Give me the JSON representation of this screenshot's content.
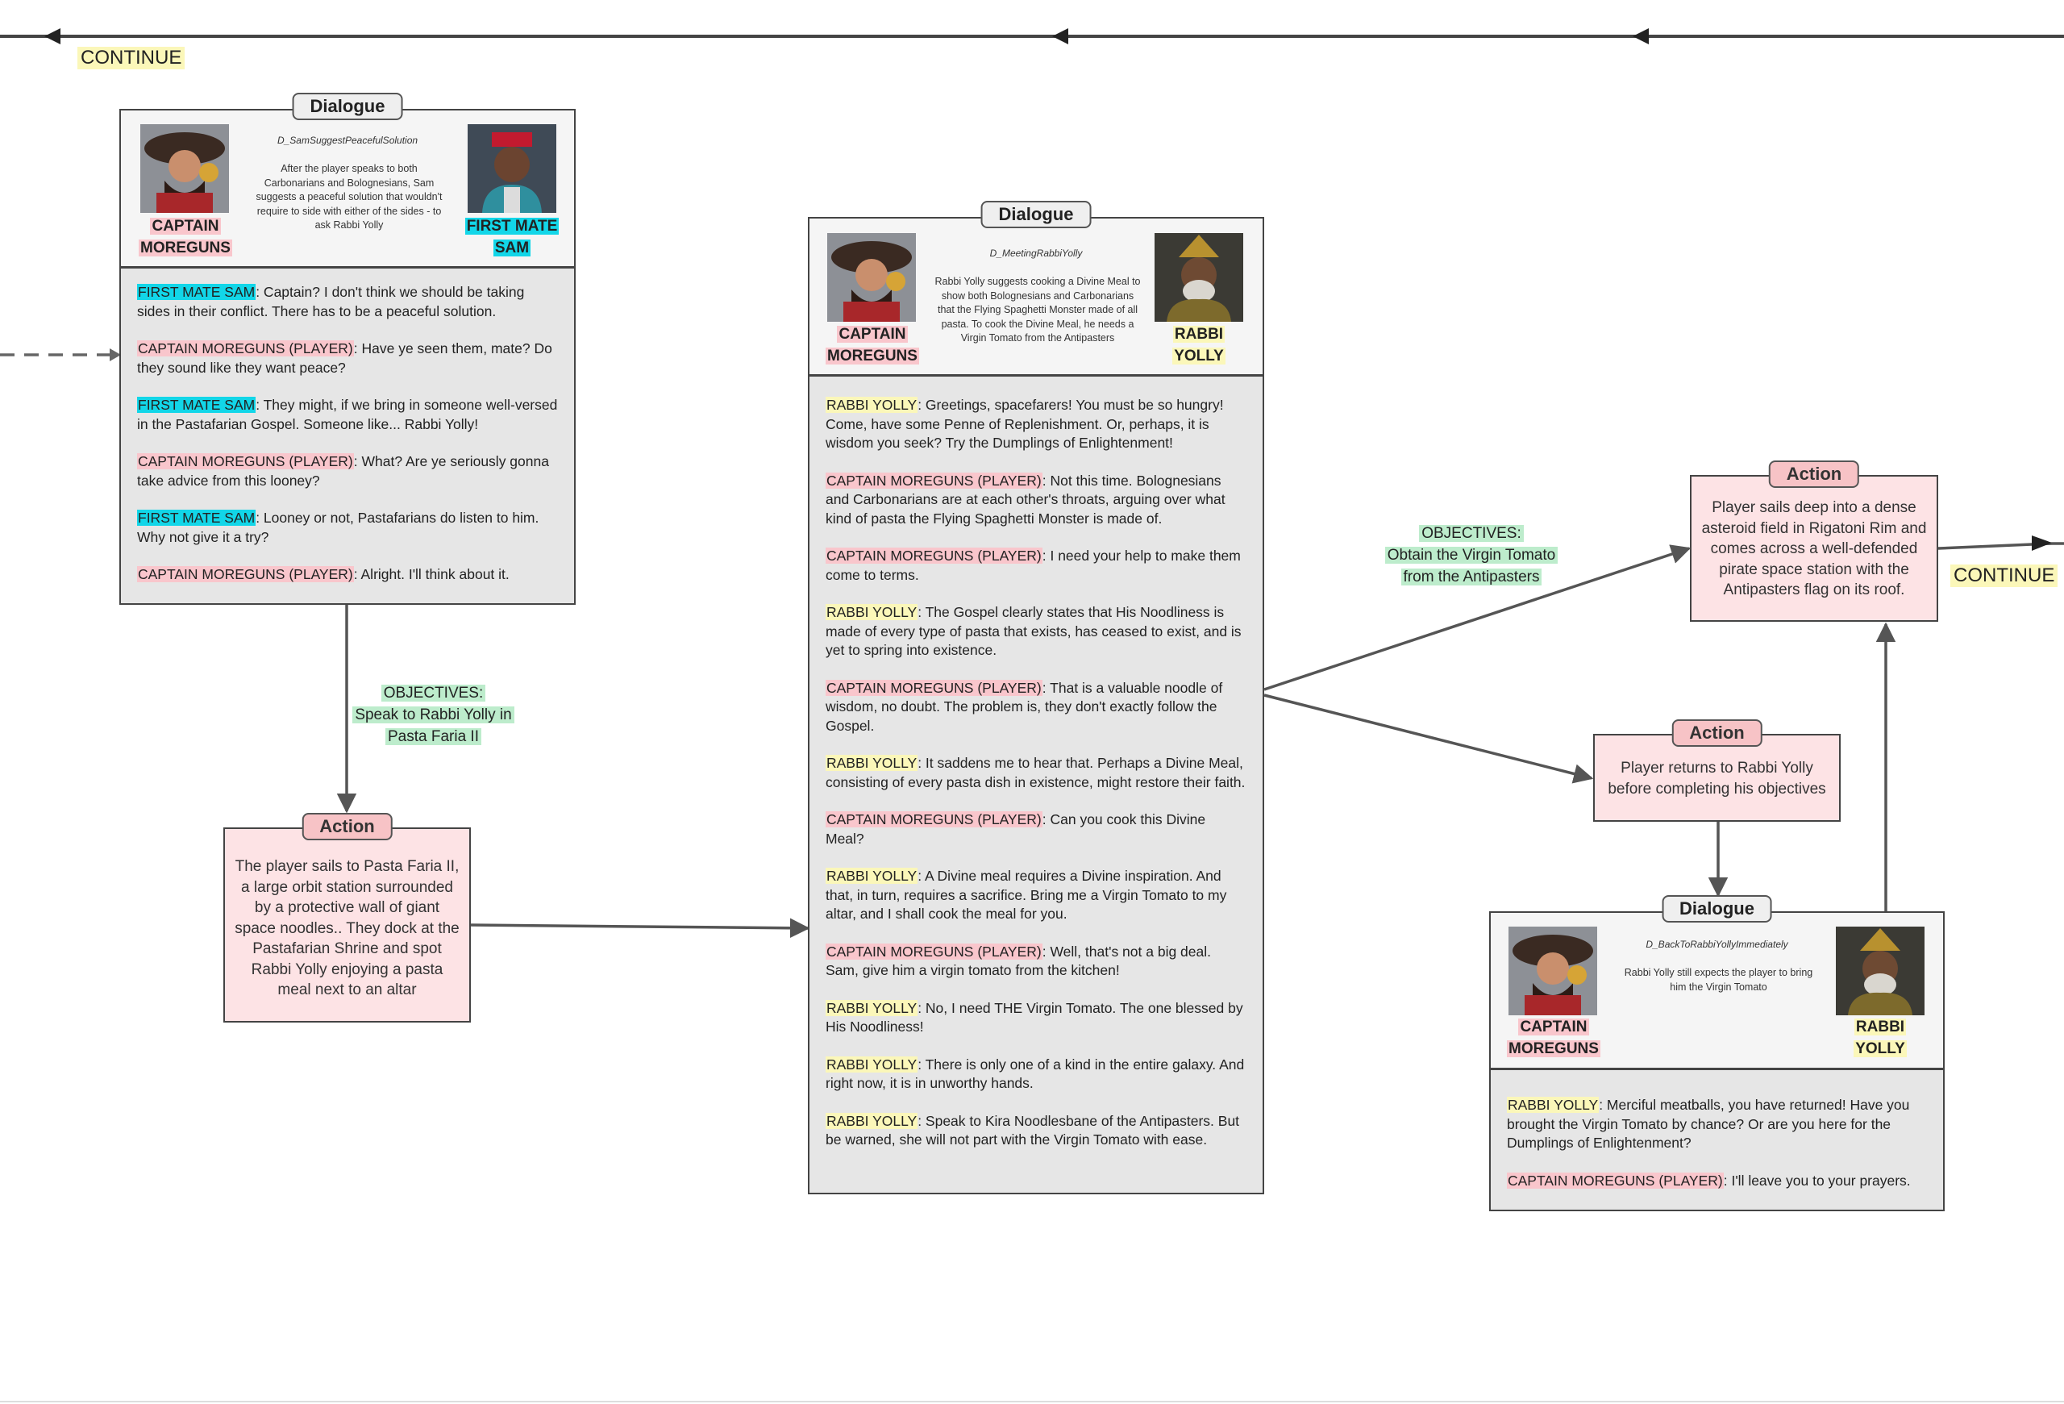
{
  "colors": {
    "player_highlight": "#f9c6cc",
    "sam_highlight": "#12d6e8",
    "rabbi_highlight": "#fbf7b9",
    "objective_highlight": "#bdeccc",
    "continue_highlight": "#fbf7b9",
    "action_fill": "#fde3e5",
    "action_title_fill": "#f7c3c6",
    "dialogue_fill": "#e6e6e6"
  },
  "continue_label": "CONTINUE",
  "dialogue_sam": {
    "title": "Dialogue",
    "id": "D_SamSuggestPeacefulSolution",
    "description": "After the player speaks to both Carbonarians and Bolognesians, Sam suggests a peaceful solution that wouldn't require to side with either of the sides - to ask Rabbi Yolly",
    "left_name_1": "CAPTAIN",
    "left_name_2": "MOREGUNS",
    "right_name_1": "FIRST MATE",
    "right_name_2": "SAM",
    "lines": [
      {
        "speaker": "FIRST MATE SAM",
        "text": ": Captain? I don't think we should be taking sides in their conflict. There has to be a peaceful solution."
      },
      {
        "speaker": "CAPTAIN MOREGUNS (PLAYER)",
        "text": ": Have ye seen them, mate? Do they sound like they want peace?"
      },
      {
        "speaker": "FIRST MATE SAM",
        "text": ": They might, if we bring in someone well-versed in the Pastafarian Gospel. Someone like... Rabbi Yolly!"
      },
      {
        "speaker": "CAPTAIN MOREGUNS (PLAYER)",
        "text": ": What? Are ye seriously gonna take advice from this looney?"
      },
      {
        "speaker": "FIRST MATE SAM",
        "text": ": Looney or not, Pastafarians do listen to him. Why not give it a try?"
      },
      {
        "speaker": "CAPTAIN MOREGUNS (PLAYER)",
        "text": ": Alright. I'll think about it."
      }
    ]
  },
  "objective_1": {
    "line1": "OBJECTIVES:",
    "line2": "Speak to Rabbi Yolly in",
    "line3": "Pasta Faria II"
  },
  "action_1": {
    "title": "Action",
    "text": "The player sails to Pasta Faria II, a large orbit station surrounded by a protective wall of giant space noodles.. They dock at the Pastafarian Shrine and spot Rabbi Yolly enjoying a pasta meal next to an altar"
  },
  "dialogue_rabbi": {
    "title": "Dialogue",
    "id": "D_MeetingRabbiYolly",
    "description": "Rabbi Yolly suggests cooking a Divine Meal to show both Bolognesians and Carbonarians that the Flying Spaghetti Monster made of all pasta. To cook the Divine Meal, he needs a Virgin Tomato from the Antipasters",
    "left_name_1": "CAPTAIN",
    "left_name_2": "MOREGUNS",
    "right_name_1": "RABBI",
    "right_name_2": "YOLLY",
    "lines": [
      {
        "speaker": "RABBI YOLLY",
        "text": ": Greetings, spacefarers! You must be so hungry! Come, have some Penne of Replenishment. Or, perhaps, it is wisdom you seek? Try the Dumplings of Enlightenment!"
      },
      {
        "speaker": "CAPTAIN MOREGUNS (PLAYER)",
        "text": ": Not this time. Bolognesians and Carbonarians are at each other's throats, arguing over what kind of pasta the Flying Spaghetti Monster is made of."
      },
      {
        "speaker": "CAPTAIN MOREGUNS (PLAYER)",
        "text": ": I need your help to make them come to terms."
      },
      {
        "speaker": "RABBI YOLLY",
        "text": ": The Gospel clearly states that His Noodliness is made of every type of pasta that exists, has ceased to exist, and is yet to spring into existence."
      },
      {
        "speaker": "CAPTAIN MOREGUNS (PLAYER)",
        "text": ": That is a valuable noodle of wisdom, no doubt. The problem is, they don't exactly follow the Gospel."
      },
      {
        "speaker": "RABBI YOLLY",
        "text": ": It saddens me to hear that. Perhaps a Divine Meal, consisting of every pasta dish in existence, might restore their faith."
      },
      {
        "speaker": "CAPTAIN MOREGUNS (PLAYER)",
        "text": ": Can you cook this Divine Meal?"
      },
      {
        "speaker": "RABBI YOLLY",
        "text": ": A Divine meal requires a Divine inspiration. And that, in turn, requires a sacrifice. Bring me a Virgin Tomato to my altar, and I shall cook the meal for you."
      },
      {
        "speaker": "CAPTAIN MOREGUNS (PLAYER)",
        "text": ": Well, that's not a big deal. Sam, give him a virgin tomato from the kitchen!"
      },
      {
        "speaker": "RABBI YOLLY",
        "text": ": No, I need THE Virgin Tomato. The one blessed by His Noodliness!"
      },
      {
        "speaker": "RABBI YOLLY",
        "text": ": There is only one of a kind in the entire galaxy. And right now, it is in unworthy hands."
      },
      {
        "speaker": "RABBI YOLLY",
        "text": ": Speak to Kira Noodlesbane of the Antipasters. But be warned, she will not part with the Virgin Tomato with ease."
      }
    ]
  },
  "objective_2": {
    "line1": "OBJECTIVES:",
    "line2": "Obtain the Virgin Tomato",
    "line3": "from the Antipasters"
  },
  "action_2": {
    "title": "Action",
    "text": "Player sails deep into a dense asteroid field in Rigatoni Rim and comes across a well-defended pirate space station with the Antipasters flag on its roof."
  },
  "action_3": {
    "title": "Action",
    "text": "Player returns to Rabbi Yolly before completing his objectives"
  },
  "dialogue_back": {
    "title": "Dialogue",
    "id": "D_BackToRabbiYollyImmediately",
    "description": "Rabbi Yolly still expects the player to bring him the Virgin Tomato",
    "left_name_1": "CAPTAIN",
    "left_name_2": "MOREGUNS",
    "right_name_1": "RABBI",
    "right_name_2": "YOLLY",
    "lines": [
      {
        "speaker": "RABBI YOLLY",
        "text": ": Merciful meatballs, you have returned! Have you brought the Virgin Tomato by chance? Or are you here for the Dumplings of Enlightenment?"
      },
      {
        "speaker": "CAPTAIN MOREGUNS (PLAYER)",
        "text": ": I'll leave you to your prayers."
      }
    ]
  }
}
